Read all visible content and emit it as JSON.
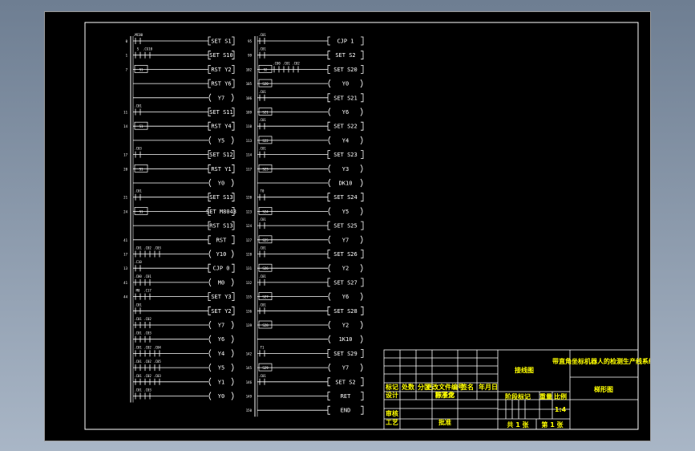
{
  "colors": {
    "background": "#000000",
    "line": "#ffffff",
    "title_block_text": "#ffff00"
  },
  "ladder_left": [
    {
      "step": "0",
      "contacts": [
        ".MC00"
      ],
      "out": "SET S1",
      "row": 0
    },
    {
      "step": "1",
      "contacts": [
        "S",
        ".CG10"
      ],
      "out": "SET S10",
      "row": 1
    },
    {
      "step": "7",
      "stl": "S1",
      "contacts": [],
      "out": "RST Y2",
      "row": 2
    },
    {
      "step": "",
      "contacts": [],
      "out": "RST Y6",
      "row": 3
    },
    {
      "step": "",
      "contacts": [],
      "out": "Y7",
      "coil": true,
      "row": 4
    },
    {
      "step": "11",
      "contacts": [
        ".C01"
      ],
      "out": "SET S11",
      "row": 5
    },
    {
      "step": "14",
      "stl": "S1",
      "contacts": [],
      "out": "RST Y4",
      "row": 6
    },
    {
      "step": "",
      "contacts": [],
      "out": "Y5",
      "coil": true,
      "row": 7
    },
    {
      "step": "17",
      "contacts": [
        ".C03"
      ],
      "out": "SET S12",
      "row": 8
    },
    {
      "step": "20",
      "stl": "S1",
      "contacts": [],
      "out": "RST Y1",
      "row": 9
    },
    {
      "step": "",
      "contacts": [],
      "out": "Y0",
      "coil": true,
      "row": 10
    },
    {
      "step": "21",
      "contacts": [
        ".C01"
      ],
      "out": "SET S13",
      "row": 11
    },
    {
      "step": "24",
      "stl": "S1",
      "contacts": [],
      "out": "SET M8043",
      "row": 12
    },
    {
      "step": "",
      "contacts": [],
      "out": "RST S13",
      "row": 13
    },
    {
      "step": "41",
      "contacts": [],
      "out": "RST",
      "row": 14
    },
    {
      "step": "17",
      "contacts": [
        ".C01",
        ".C02",
        ".C03"
      ],
      "out": "Y10",
      "coil": true,
      "row": 15
    },
    {
      "step": "13",
      "contacts": [
        ".C10"
      ],
      "out": "CJP 0",
      "row": 16
    },
    {
      "step": "41",
      "contacts": [
        ".C00",
        ".C01"
      ],
      "out": "M0",
      "coil": true,
      "row": 17
    },
    {
      "step": "44",
      "contacts": [
        "M0",
        ".C17"
      ],
      "out": "SET Y3",
      "row": 18
    },
    {
      "step": "",
      "contacts": [
        ".C01"
      ],
      "out": "SET Y2",
      "row": 19
    },
    {
      "step": "",
      "contacts": [
        ".C01",
        ".C02"
      ],
      "out": "Y7",
      "coil": true,
      "row": 20
    },
    {
      "step": "",
      "contacts": [
        ".C01",
        ".C03"
      ],
      "out": "Y6",
      "coil": true,
      "row": 21
    },
    {
      "step": "",
      "contacts": [
        ".C01",
        ".C02",
        ".C04"
      ],
      "out": "Y4",
      "coil": true,
      "row": 22
    },
    {
      "step": "",
      "contacts": [
        ".C01",
        ".C02",
        ".C05"
      ],
      "out": "Y5",
      "coil": true,
      "row": 23
    },
    {
      "step": "",
      "contacts": [
        ".C01",
        ".C02",
        ".C03"
      ],
      "out": "Y1",
      "coil": true,
      "row": 24
    },
    {
      "step": "",
      "contacts": [
        ".C01",
        ".C03"
      ],
      "out": "Y0",
      "coil": true,
      "row": 25
    }
  ],
  "ladder_right": [
    {
      "step": "95",
      "contacts": [
        ".C01"
      ],
      "out": "CJP 1",
      "row": 0
    },
    {
      "step": "99",
      "contacts": [
        ".C01"
      ],
      "out": "SET S2",
      "row": 1
    },
    {
      "step": "102",
      "stl": "S2",
      "contacts": [
        ".C00",
        ".C01",
        ".C02"
      ],
      "out": "SET S20",
      "row": 2
    },
    {
      "step": "105",
      "stl": "S20",
      "contacts": [],
      "out": "Y0",
      "coil": true,
      "row": 3
    },
    {
      "step": "106",
      "contacts": [
        ".C01"
      ],
      "out": "SET S21",
      "row": 4
    },
    {
      "step": "109",
      "stl": "S21",
      "contacts": [],
      "out": "Y6",
      "coil": true,
      "row": 5
    },
    {
      "step": "110",
      "contacts": [
        ".C01"
      ],
      "out": "SET S22",
      "row": 6
    },
    {
      "step": "113",
      "stl": "S22",
      "contacts": [],
      "out": "Y4",
      "coil": true,
      "row": 7
    },
    {
      "step": "114",
      "contacts": [
        ".C01"
      ],
      "out": "SET S23",
      "row": 8
    },
    {
      "step": "117",
      "stl": "S23",
      "contacts": [],
      "out": "Y3",
      "coil": true,
      "row": 9
    },
    {
      "step": "",
      "contacts": [],
      "out": "DK10",
      "coil": true,
      "row": 10
    },
    {
      "step": "120",
      "contacts": [
        "T0"
      ],
      "out": "SET S24",
      "row": 11
    },
    {
      "step": "123",
      "stl": "S24",
      "contacts": [],
      "out": "Y5",
      "coil": true,
      "row": 12
    },
    {
      "step": "124",
      "contacts": [
        ".C01"
      ],
      "out": "SET S25",
      "row": 13
    },
    {
      "step": "127",
      "stl": "S25",
      "contacts": [],
      "out": "Y7",
      "coil": true,
      "row": 14
    },
    {
      "step": "128",
      "contacts": [
        ".C01"
      ],
      "out": "SET S26",
      "row": 15
    },
    {
      "step": "131",
      "stl": "S26",
      "contacts": [],
      "out": "Y2",
      "coil": true,
      "row": 16
    },
    {
      "step": "132",
      "contacts": [
        ".C01"
      ],
      "out": "SET S27",
      "row": 17
    },
    {
      "step": "135",
      "stl": "S27",
      "contacts": [],
      "out": "Y6",
      "coil": true,
      "row": 18
    },
    {
      "step": "136",
      "contacts": [
        ".C01"
      ],
      "out": "SET S28",
      "row": 19
    },
    {
      "step": "139",
      "stl": "S28",
      "contacts": [],
      "out": "Y2",
      "coil": true,
      "row": 20
    },
    {
      "step": "",
      "contacts": [],
      "out": "1K10",
      "coil": true,
      "row": 21
    },
    {
      "step": "142",
      "contacts": [
        "T1"
      ],
      "out": "SET S29",
      "row": 22
    },
    {
      "step": "145",
      "stl": "S29",
      "contacts": [],
      "out": "Y7",
      "coil": true,
      "row": 23
    },
    {
      "step": "146",
      "contacts": [
        ".C01"
      ],
      "out": "SET S2",
      "row": 24
    },
    {
      "step": "149",
      "contacts": [],
      "out": "RET",
      "row": 25
    },
    {
      "step": "150",
      "contacts": [],
      "out": "END",
      "row": 26
    }
  ],
  "title_block": {
    "drawing_title": "接线图",
    "project_name": "带直角坐标机器人的检测生产线系统",
    "drawing_type": "梯形图",
    "revision_headers": [
      "标记",
      "处数",
      "分区",
      "更改文件编号",
      "签名",
      "年月日"
    ],
    "design_label": "设计",
    "designer": "陈子龙",
    "standardization_label": "标准化",
    "review_label": "审核",
    "process_label": "工艺",
    "approve_label": "批准",
    "stage_label": "阶段标记",
    "weight_label": "重量",
    "scale_label": "比例",
    "scale_value": "1:4",
    "sheets_total": "共 1 张",
    "sheet_no": "第 1 张"
  }
}
